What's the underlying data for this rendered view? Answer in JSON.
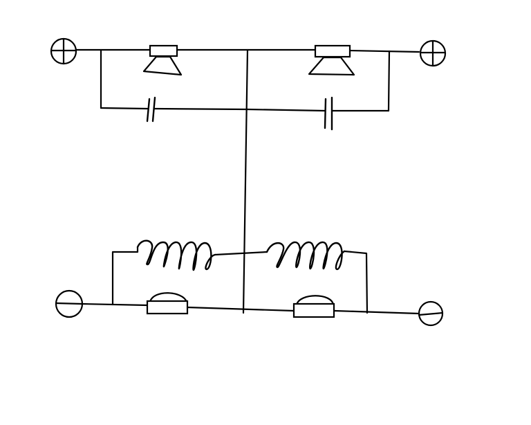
{
  "diagram": {
    "stroke_color": "#000000",
    "background_color": "#ffffff",
    "terminals": [
      {
        "id": "top-left",
        "polarity": "+"
      },
      {
        "id": "top-right",
        "polarity": "+"
      },
      {
        "id": "bottom-left",
        "polarity": "-"
      },
      {
        "id": "bottom-right",
        "polarity": "-"
      }
    ],
    "components": [
      {
        "id": "tweeter-left",
        "type": "speaker"
      },
      {
        "id": "tweeter-right",
        "type": "speaker"
      },
      {
        "id": "capacitor-left",
        "type": "capacitor"
      },
      {
        "id": "capacitor-right",
        "type": "capacitor"
      },
      {
        "id": "inductor-left",
        "type": "inductor"
      },
      {
        "id": "inductor-right",
        "type": "inductor"
      },
      {
        "id": "woofer-left",
        "type": "speaker"
      },
      {
        "id": "woofer-right",
        "type": "speaker"
      }
    ]
  }
}
